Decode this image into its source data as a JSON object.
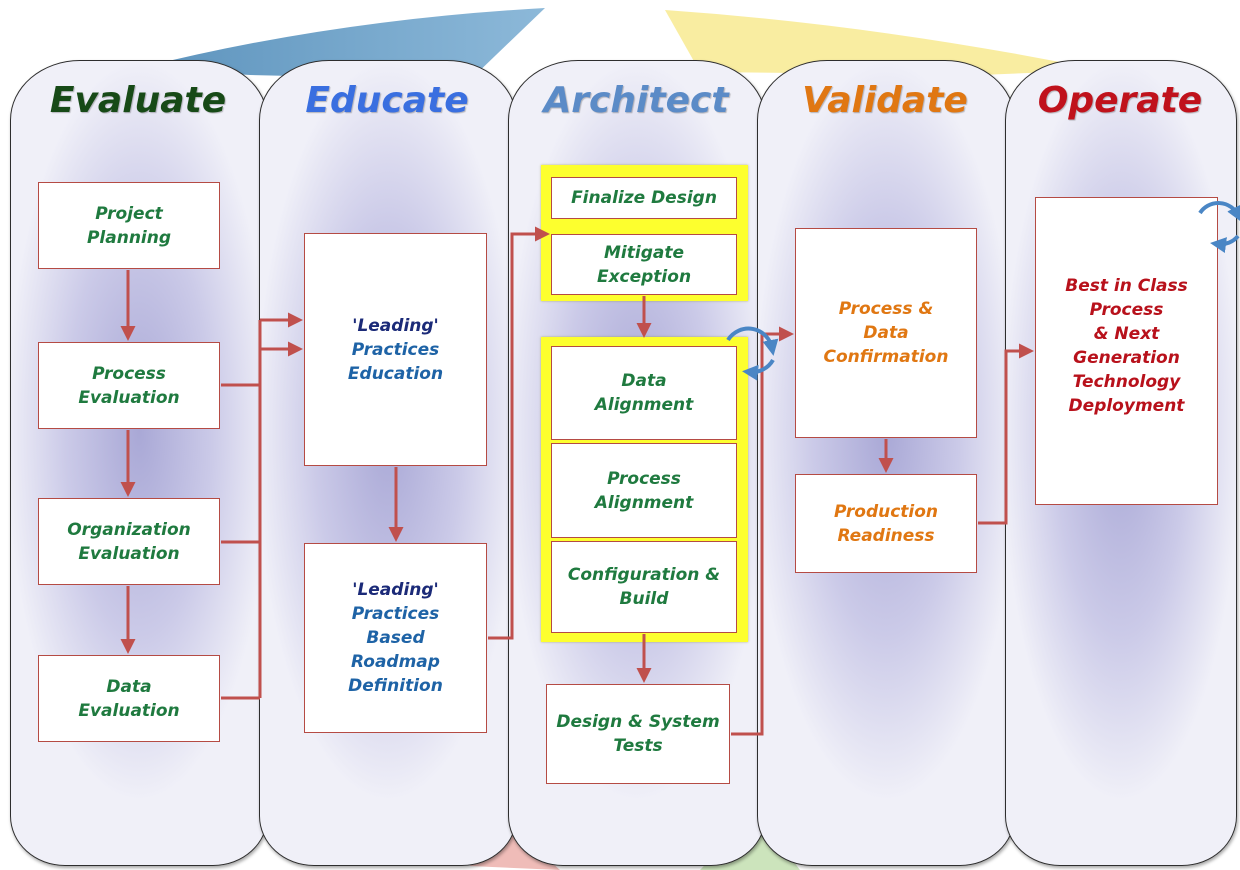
{
  "columns": {
    "evaluate": "Evaluate",
    "educate": "Educate",
    "architect": "Architect",
    "validate": "Validate",
    "operate": "Operate"
  },
  "title_colors": {
    "evaluate": "#174a17",
    "educate": "#3a6fe0",
    "architect": "#5b8bc7",
    "validate": "#e07712",
    "operate": "#c0121c"
  },
  "evaluate": {
    "project_planning": [
      "Project",
      "Planning"
    ],
    "process_evaluation": [
      "Process",
      "Evaluation"
    ],
    "organization_evaluation": [
      "Organization",
      "Evaluation"
    ],
    "data_evaluation": [
      "Data",
      "Evaluation"
    ]
  },
  "educate": {
    "leading_practices_education": [
      "'Leading'",
      "Practices",
      "Education"
    ],
    "leading_practices_roadmap": [
      "'Leading'",
      "Practices",
      "Based",
      "Roadmap",
      "Definition"
    ]
  },
  "architect": {
    "finalize_design": [
      "Finalize Design"
    ],
    "mitigate_exception": [
      "Mitigate",
      "Exception"
    ],
    "data_alignment": [
      "Data",
      "Alignment"
    ],
    "process_alignment": [
      "Process",
      "Alignment"
    ],
    "configuration_build": [
      "Configuration &",
      "Build"
    ],
    "design_system_tests": [
      "Design & System",
      "Tests"
    ]
  },
  "validate": {
    "process_data_confirmation": [
      "Process &",
      "Data",
      "Confirmation"
    ],
    "production_readiness": [
      "Production",
      "Readiness"
    ]
  },
  "operate": {
    "best_in_class": [
      "Best in Class",
      "Process",
      "& Next",
      "Generation",
      "Technology",
      "Deployment"
    ]
  },
  "colors": {
    "arrow": "#c0504d",
    "box_border": "#b54b44",
    "highlight": "#fdff2e",
    "cycle_icon": "#4a86c5"
  }
}
